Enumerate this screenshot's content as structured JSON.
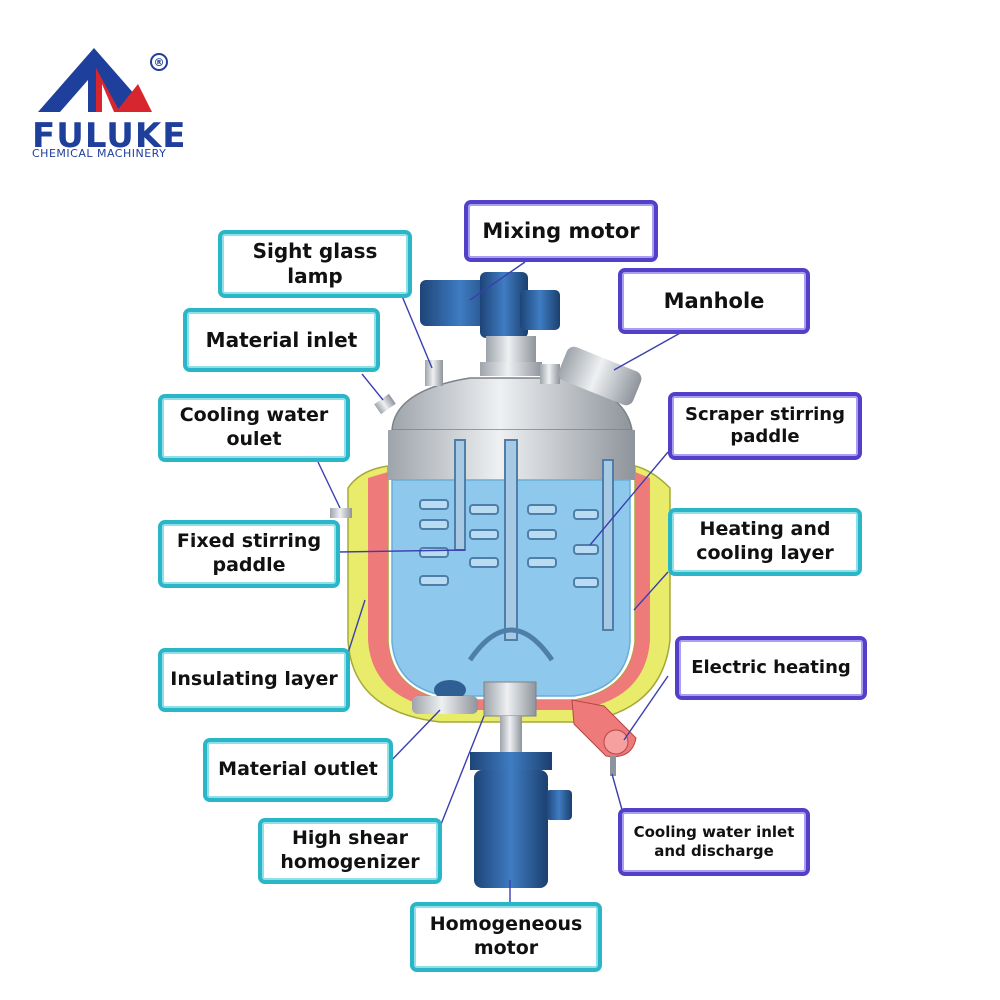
{
  "logo": {
    "brand": "FULUKE",
    "tagline": "CHEMICAL MACHINERY",
    "registered": "®",
    "colors": {
      "blue": "#1f3f9c",
      "red": "#d8262e"
    }
  },
  "labels": {
    "mixing_motor": "Mixing motor",
    "sight_glass_lamp": "Sight glass\nlamp",
    "manhole": "Manhole",
    "material_inlet": "Material inlet",
    "cooling_water_outlet": "Cooling water\noulet",
    "scraper_stirring_paddle": "Scraper stirring\npaddle",
    "fixed_stirring_paddle": "Fixed stirring\npaddle",
    "heating_cooling_layer": "Heating and\ncooling layer",
    "insulating_layer": "Insulating layer",
    "electric_heating": "Electric heating",
    "material_outlet": "Material outlet",
    "high_shear_homogenizer": "High shear\nhomogenizer",
    "cooling_water_inlet_discharge": "Cooling water inlet\nand discharge",
    "homogeneous_motor": "Homogeneous\nmotor"
  },
  "colors": {
    "cyan_border": "#2bb6c8",
    "purple_border": "#5440c8",
    "liquid": "#8ec8ec",
    "heating_layer": "#ef7a7a",
    "insulating_layer": "#e8ec6a",
    "motor_blue": "#2c5f9e",
    "steel": "#c9ccd1"
  }
}
